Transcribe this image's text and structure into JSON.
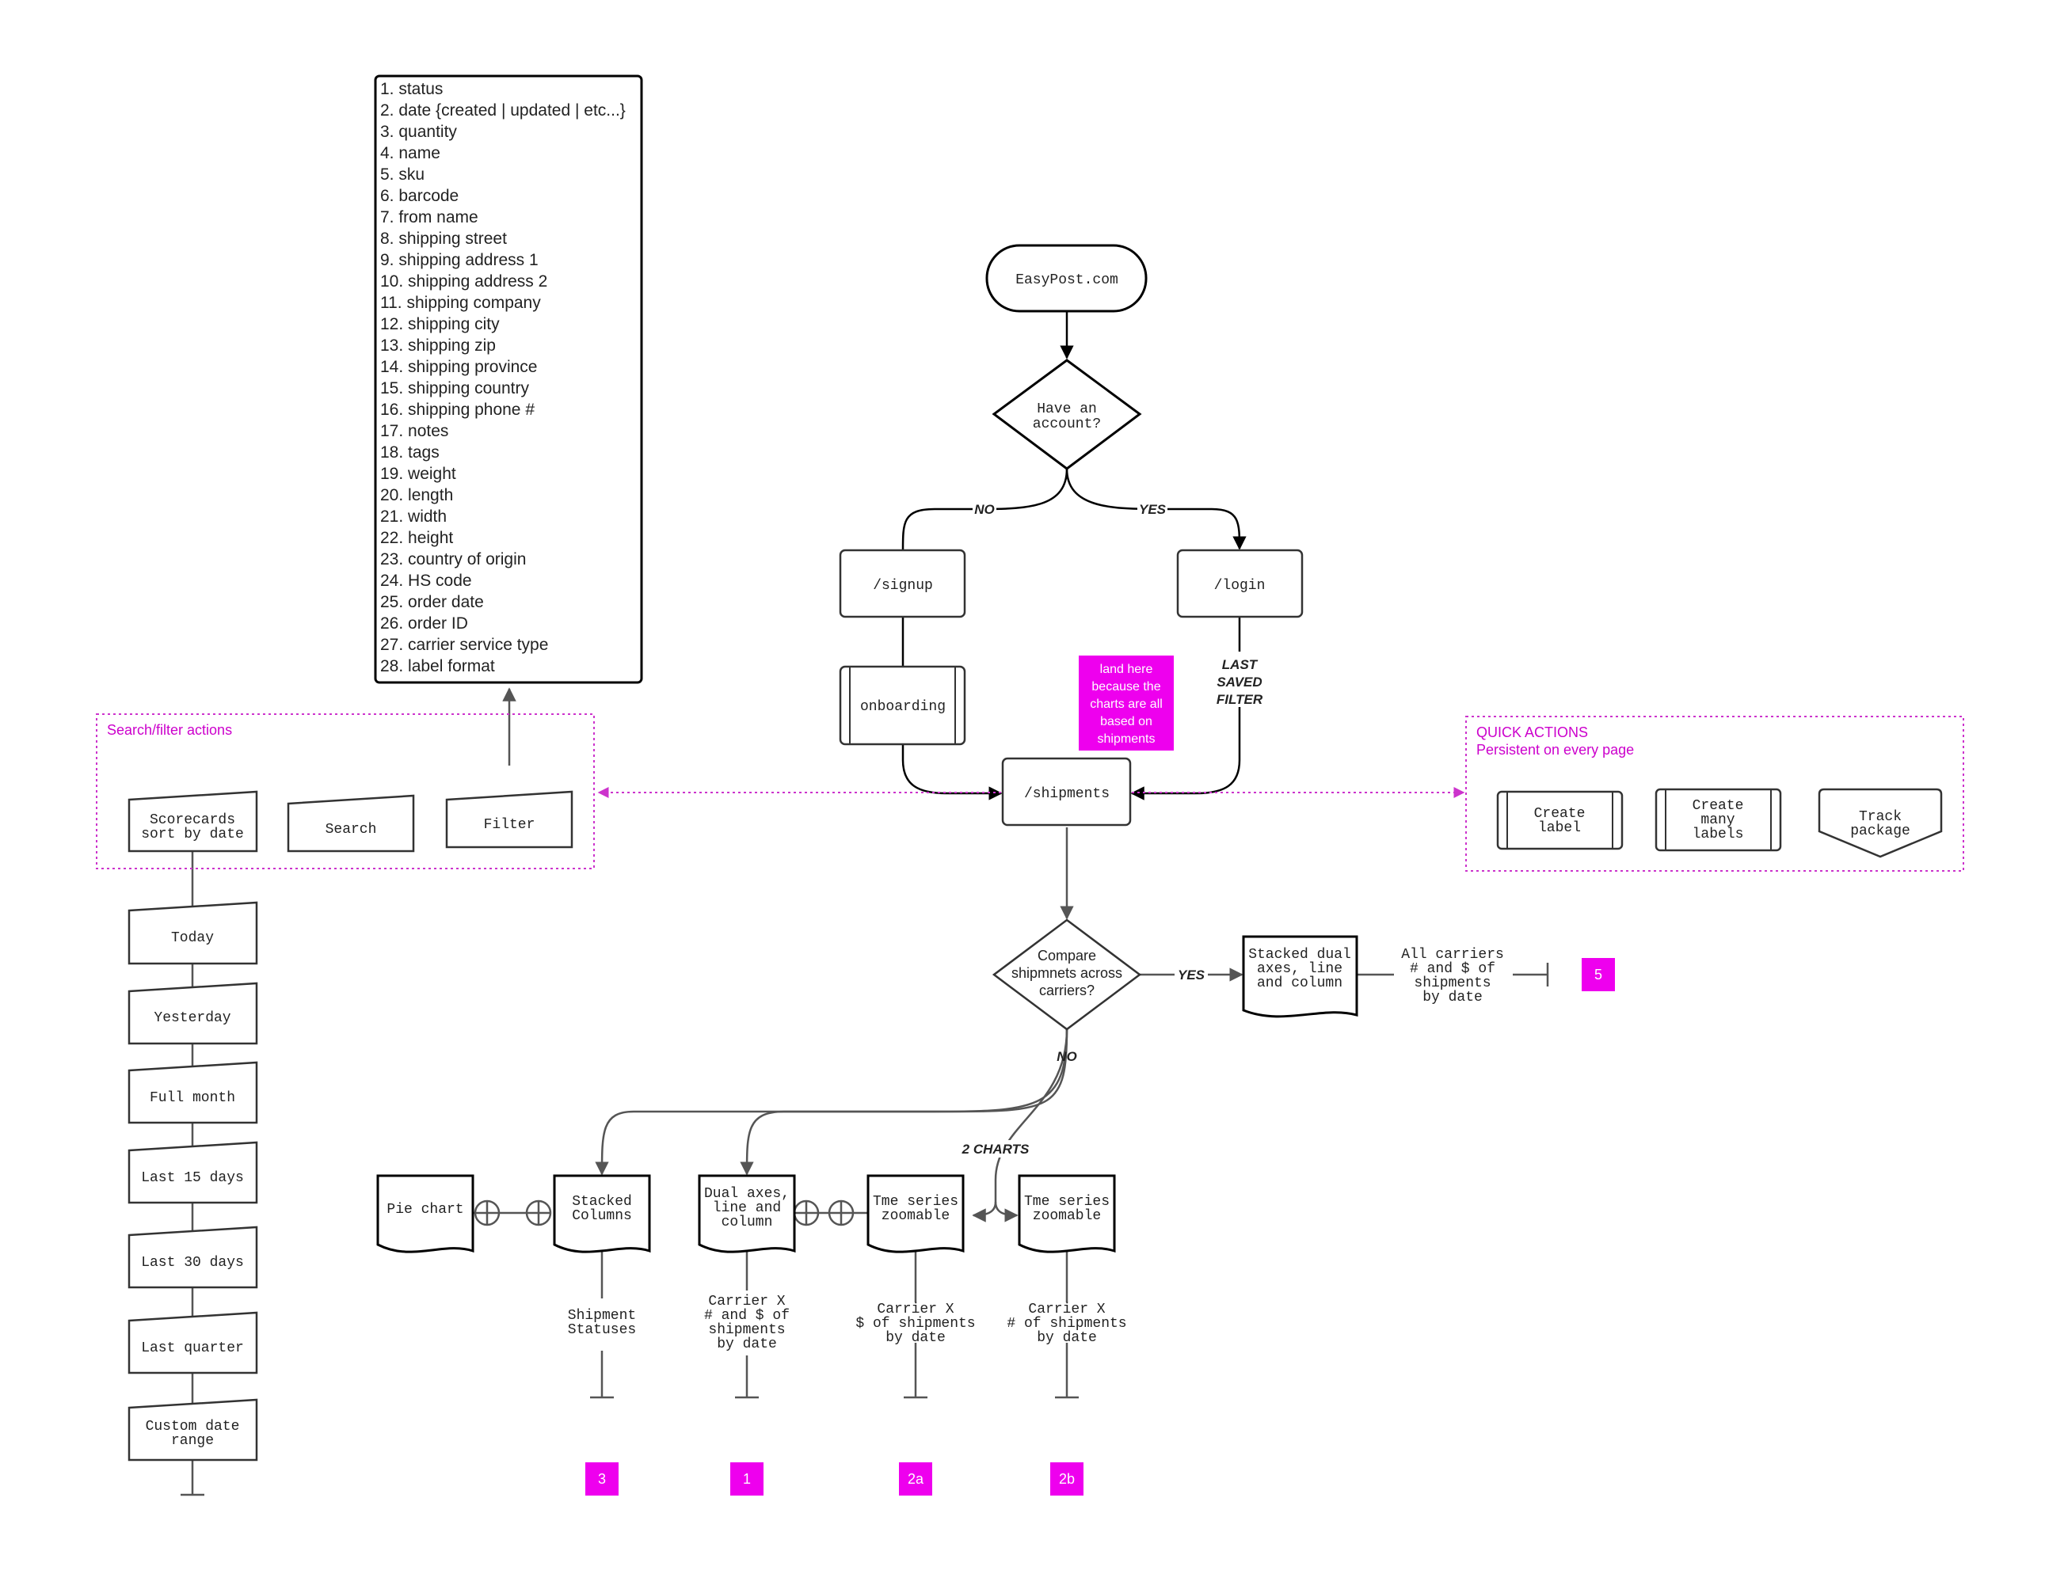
{
  "nodes": {
    "start": "EasyPost.com",
    "have_account": [
      "Have an",
      "account?"
    ],
    "signup": "/signup",
    "login": "/login",
    "onboarding": "onboarding",
    "shipments": "/shipments",
    "compare": [
      "Compare",
      "shipmnets across",
      "carriers?"
    ],
    "stacked_dual": [
      "Stacked dual",
      "axes, line",
      "and column"
    ],
    "all_carriers": [
      "All carriers",
      "# and  $ of",
      "shipments",
      "by date"
    ],
    "pie_chart": "Pie chart",
    "stacked_columns": [
      "Stacked",
      "Columns"
    ],
    "dual_axes": [
      "Dual axes,",
      "line and",
      "column"
    ],
    "time_series_a": [
      "Tme series",
      "zoomable"
    ],
    "time_series_b": [
      "Tme series",
      "zoomable"
    ],
    "shipment_statuses": [
      "Shipment",
      "Statuses"
    ],
    "carrier_x_count_dollar": [
      "Carrier X",
      "# and  $ of",
      "shipments",
      "by date"
    ],
    "carrier_x_dollar": [
      "Carrier X",
      "$ of shipments",
      "by date"
    ],
    "carrier_x_count": [
      "Carrier X",
      "# of shipments",
      "by date"
    ]
  },
  "edge_labels": {
    "no": "NO",
    "yes": "YES",
    "last_saved_filter": [
      "LAST",
      "SAVED",
      "FILTER"
    ],
    "compare_yes": "YES",
    "compare_no": "NO",
    "two_charts": "2 CHARTS"
  },
  "note": [
    "land here",
    "because the",
    "charts are all",
    "based on",
    "shipments"
  ],
  "filter_fields": [
    "1. status",
    "2. date {created | updated | etc...}",
    "3. quantity",
    "4. name",
    "5. sku",
    "6. barcode",
    "7. from name",
    "8. shipping street",
    "9. shipping address 1",
    "10. shipping address 2",
    "11. shipping company",
    "12. shipping city",
    "13. shipping zip",
    "14. shipping province",
    "15. shipping country",
    "16. shipping phone #",
    "17. notes",
    "18. tags",
    "19. weight",
    "20. length",
    "21. width",
    "22. height",
    "23. country of origin",
    "24. HS code",
    "25. order date",
    "26. order ID",
    "27. carrier service type",
    "28. label format"
  ],
  "search_filter": {
    "title": "Search/filter actions",
    "scorecards": [
      "Scorecards",
      "sort by date"
    ],
    "search": "Search",
    "filter": "Filter"
  },
  "date_ranges": [
    "Today",
    "Yesterday",
    "Full month",
    "Last 15 days",
    "Last 30 days",
    "Last quarter",
    [
      "Custom date",
      "range"
    ]
  ],
  "quick_actions": {
    "title": "QUICK ACTIONS",
    "subtitle": "Persistent on every page",
    "create_label": [
      "Create",
      "label"
    ],
    "create_many": [
      "Create",
      "many",
      "labels"
    ],
    "track": [
      "Track",
      "package"
    ]
  },
  "badges": {
    "b5": "5",
    "b3": "3",
    "b1": "1",
    "b2a": "2a",
    "b2b": "2b"
  },
  "colors": {
    "accent": "#ee00ee",
    "group_border": "#cc33cc",
    "stroke": "#333333"
  }
}
